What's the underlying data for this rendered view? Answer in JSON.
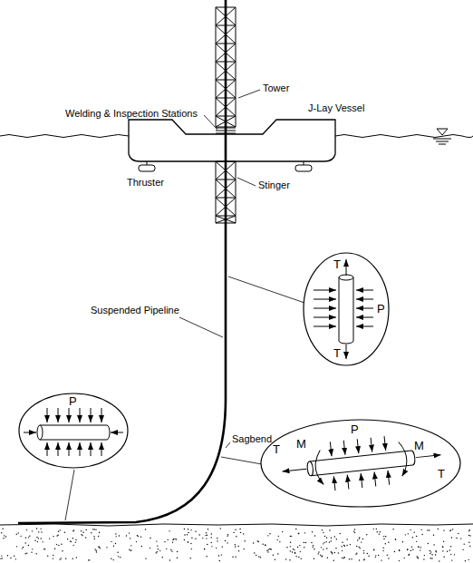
{
  "diagram": {
    "nodes": [
      {
        "text": [
          "T",
          "P",
          "T"
        ]
      },
      {
        "text": [
          "P"
        ]
      },
      {
        "text": [
          "P",
          "M",
          "M",
          "T",
          "T"
        ]
      }
    ],
    "labels": [
      "Tower",
      "Welding & Inspection Stations",
      "J-Lay Vessel",
      "Thruster",
      "Stinger",
      "Suspended Pipeline",
      "Sagbend"
    ]
  }
}
